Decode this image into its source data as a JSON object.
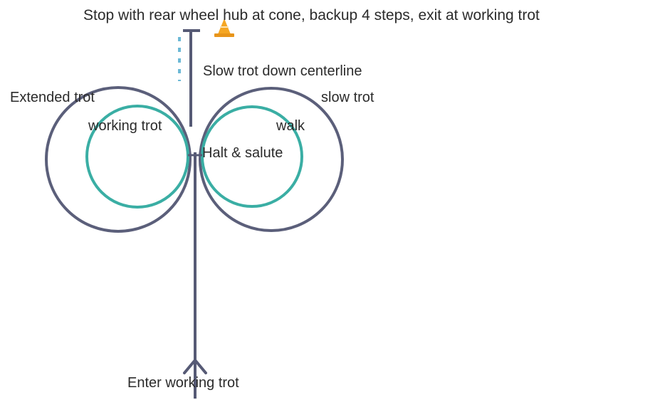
{
  "labels": {
    "stop_instruction": "Stop with rear wheel hub at cone, backup 4 steps, exit at working trot",
    "slow_trot_centerline": "Slow trot down centerline",
    "extended_trot": "Extended trot",
    "slow_trot": "slow trot",
    "working_trot": "working trot",
    "walk": "walk",
    "halt_salute": "Halt & salute",
    "enter": "Enter working trot"
  },
  "icons": {
    "cone": "traffic-cone-icon"
  },
  "colors": {
    "outer_circle": "#5b5f7a",
    "inner_circle": "#3aaea4",
    "centerline": "#565a75",
    "dotted_line": "#6db9d6",
    "cone": "#f5a623",
    "text": "#2b2b2b"
  }
}
